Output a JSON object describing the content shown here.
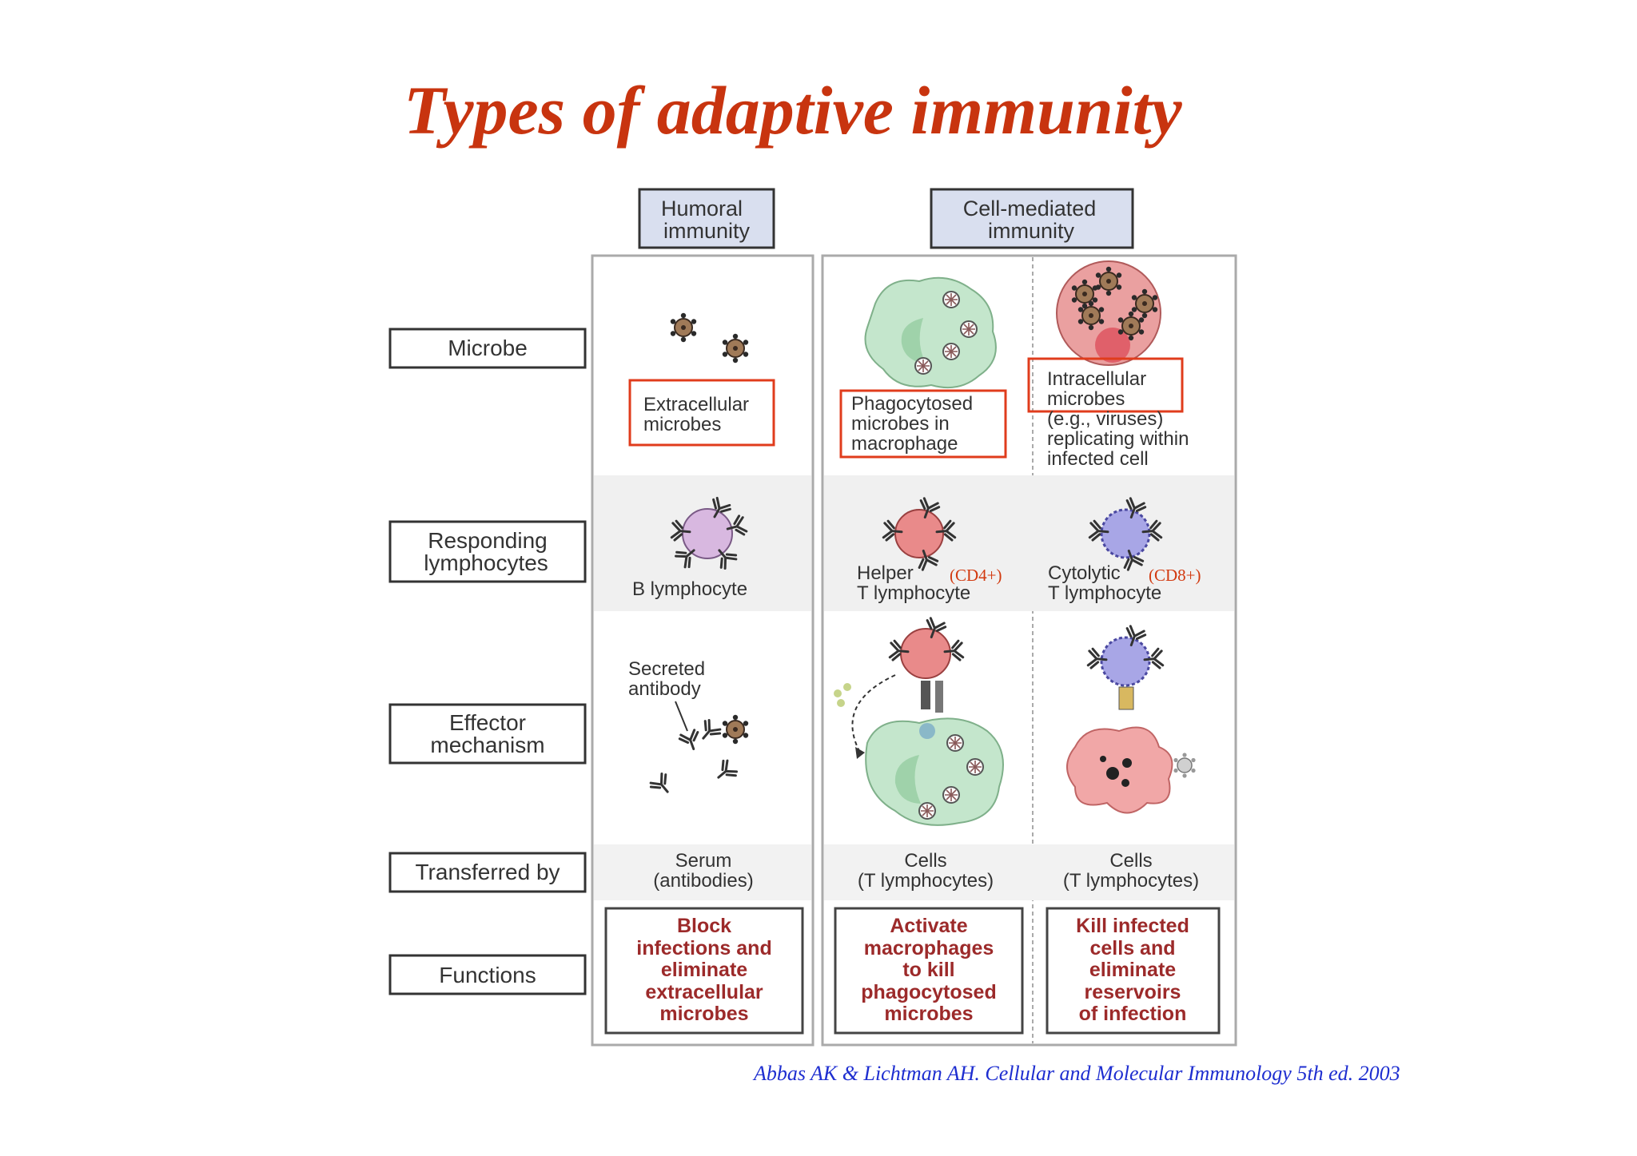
{
  "title": "Types of adaptive immunity",
  "columns": {
    "humoral": [
      "Humoral",
      "immunity"
    ],
    "cell_mediated": [
      "Cell-mediated",
      "immunity"
    ]
  },
  "rows": {
    "microbe": [
      "Microbe"
    ],
    "responding": [
      "Responding",
      "lymphocytes"
    ],
    "effector": [
      "Effector",
      "mechanism"
    ],
    "transferred": [
      "Transferred by"
    ],
    "functions": [
      "Functions"
    ]
  },
  "microbes": {
    "extracellular": [
      "Extracellular",
      "microbes"
    ],
    "phagocytosed": [
      "Phagocytosed",
      "microbes in",
      "macrophage"
    ],
    "intracellular": [
      "Intracellular",
      "microbes",
      "(e.g., viruses)",
      "replicating within",
      "infected cell"
    ]
  },
  "lymphocytes": {
    "b": [
      "B lymphocyte"
    ],
    "helper": [
      "Helper",
      "T lymphocyte"
    ],
    "helper_tag": "(CD4+)",
    "cytolytic": [
      "Cytolytic",
      "T lymphocyte"
    ],
    "cytolytic_tag": "(CD8+)"
  },
  "effector": {
    "secreted": [
      "Secreted",
      "antibody"
    ]
  },
  "transferred": {
    "humoral": [
      "Serum",
      "(antibodies)"
    ],
    "helper": [
      "Cells",
      "(T lymphocytes)"
    ],
    "cytolytic": [
      "Cells",
      "(T lymphocytes)"
    ]
  },
  "functions": {
    "humoral": [
      "Block",
      "infections and",
      "eliminate",
      "extracellular",
      "microbes"
    ],
    "helper": [
      "Activate",
      "macrophages",
      "to kill",
      "phagocytosed",
      "microbes"
    ],
    "cytolytic": [
      "Kill infected",
      "cells and",
      "eliminate",
      "reservoirs",
      "of infection"
    ]
  },
  "citation": "Abbas AK & Lichtman AH. Cellular and Molecular Immunology 5th ed. 2003",
  "colors": {
    "title": "#c8340f",
    "highlight": "#e03c1c",
    "function_text": "#9c2a2a",
    "citation": "#1e2ed0",
    "macrophage": "#c4e6cc",
    "helper_cell": "#e98a8a",
    "cytolytic_cell": "#a8a6e6",
    "b_cell": "#d8b8e0"
  },
  "icons": [
    "microbe-icon",
    "macrophage-icon",
    "b-lymphocyte-icon",
    "helper-t-cell-icon",
    "cytolytic-t-cell-icon",
    "antibody-icon",
    "infected-cell-icon"
  ]
}
